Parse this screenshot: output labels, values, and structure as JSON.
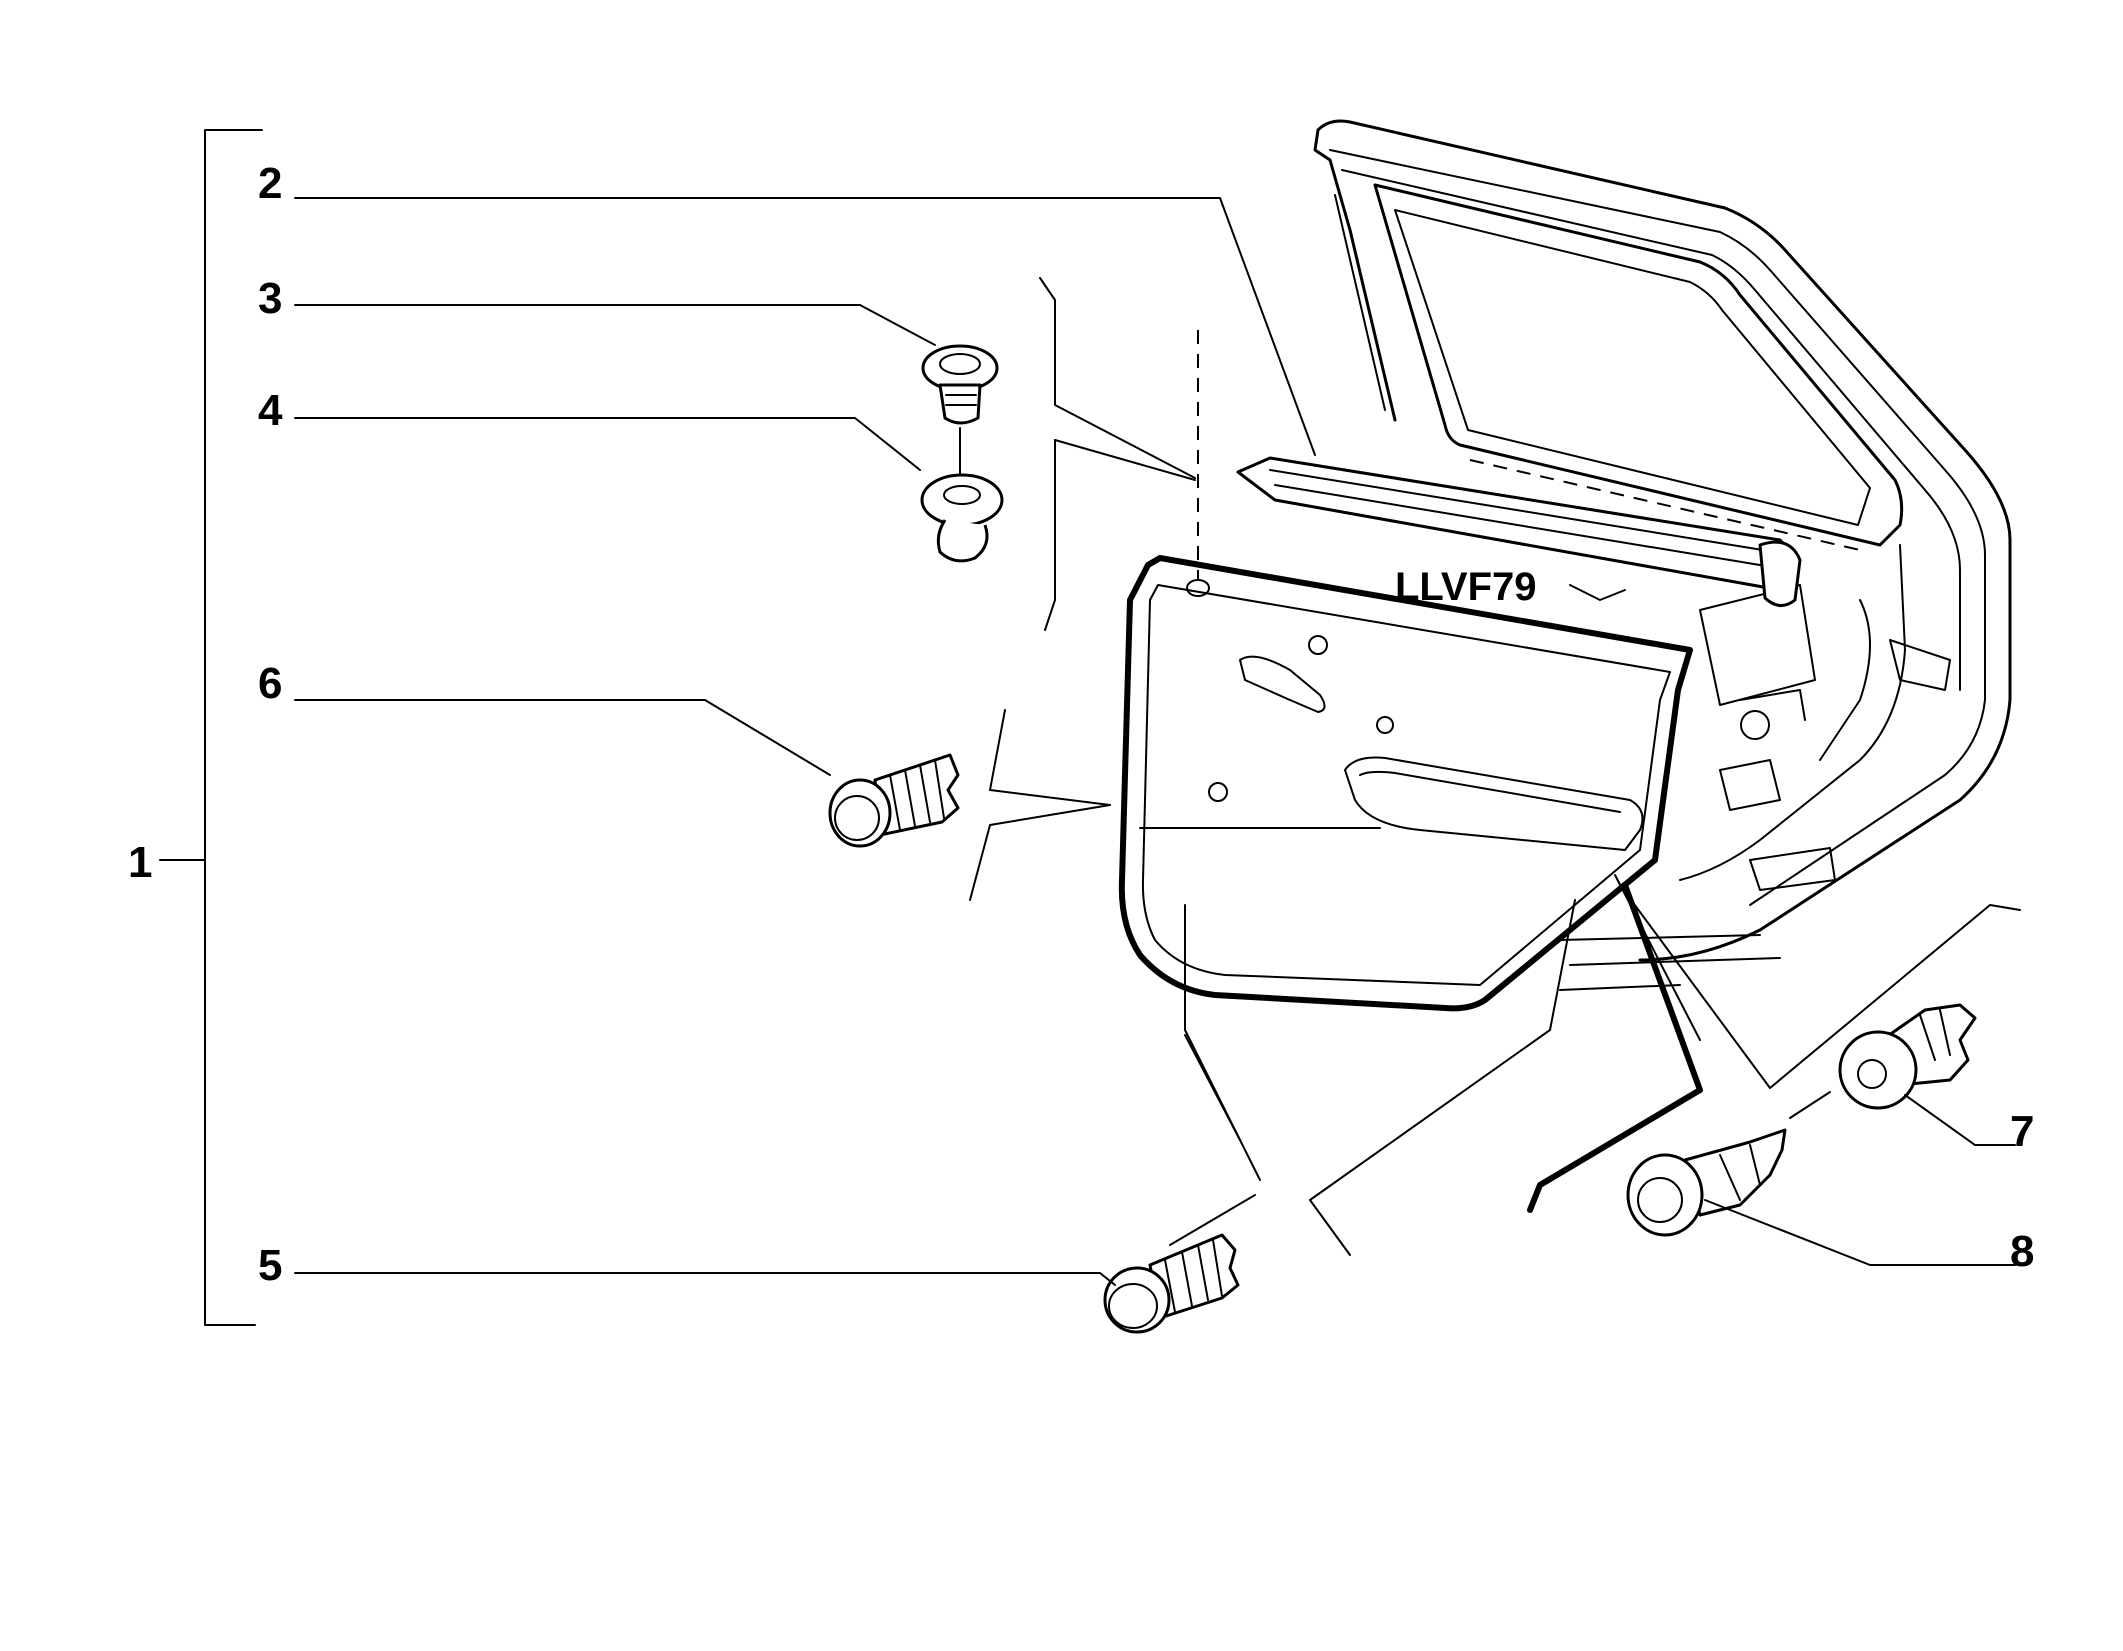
{
  "diagram": {
    "callouts": {
      "c1": "1",
      "c2": "2",
      "c3": "3",
      "c4": "4",
      "c5": "5",
      "c6": "6",
      "c7": "7",
      "c8": "8"
    },
    "door_stamp": "LLVF79"
  }
}
